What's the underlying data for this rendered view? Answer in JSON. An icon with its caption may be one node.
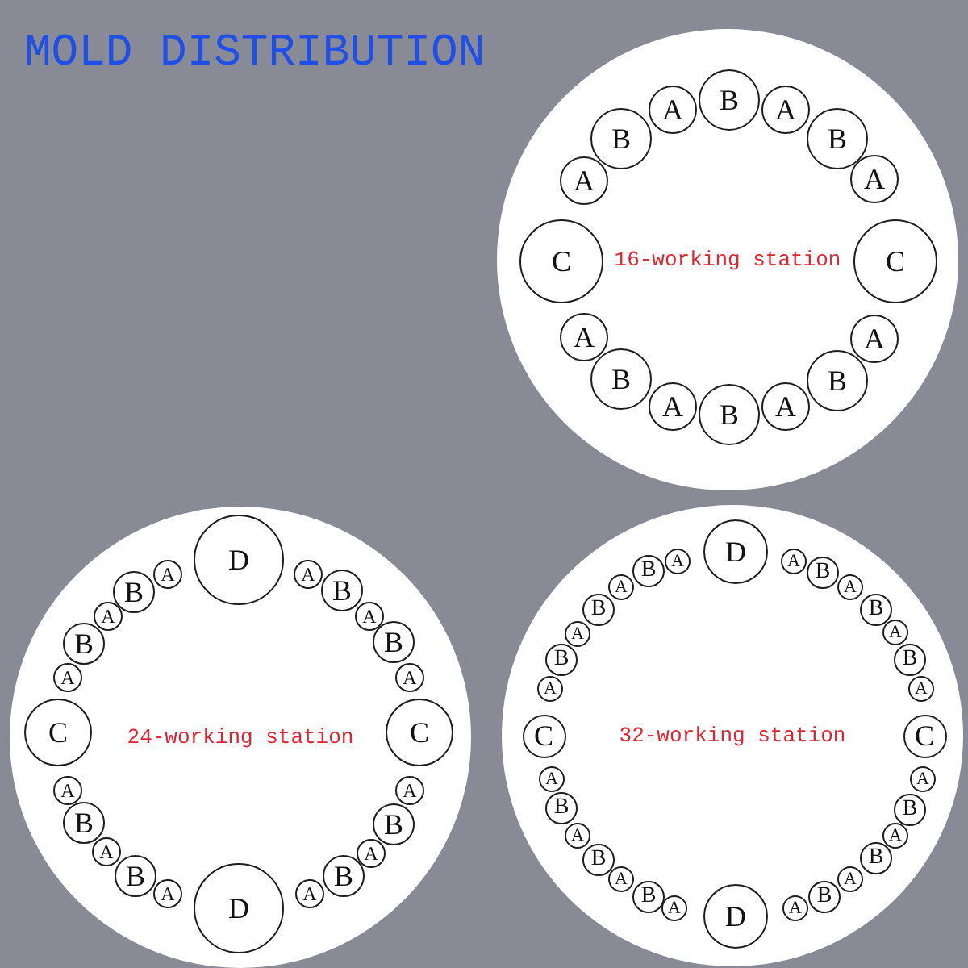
{
  "diagram": {
    "title": "MOLD DISTRIBUTION",
    "nodes": [
      {
        "text": [
          "16-working station"
        ]
      },
      {
        "text": [
          "A"
        ],
        "in": 0
      },
      {
        "text": [
          "B"
        ],
        "in": 0
      },
      {
        "text": [
          "A"
        ],
        "in": 0
      },
      {
        "text": [
          "B"
        ],
        "in": 0
      },
      {
        "text": [
          "A"
        ],
        "in": 0
      },
      {
        "text": [
          "B"
        ],
        "in": 0
      },
      {
        "text": [
          "A"
        ],
        "in": 0
      },
      {
        "text": [
          "C"
        ],
        "in": 0
      },
      {
        "text": [
          "C"
        ],
        "in": 0
      },
      {
        "text": [
          "A"
        ],
        "in": 0
      },
      {
        "text": [
          "B"
        ],
        "in": 0
      },
      {
        "text": [
          "A"
        ],
        "in": 0
      },
      {
        "text": [
          "B"
        ],
        "in": 0
      },
      {
        "text": [
          "A"
        ],
        "in": 0
      },
      {
        "text": [
          "B"
        ],
        "in": 0
      },
      {
        "text": [
          "A"
        ],
        "in": 0
      },
      {
        "text": [
          "24-working station"
        ]
      },
      {
        "text": [
          "A"
        ],
        "in": 17
      },
      {
        "text": [
          "B"
        ],
        "in": 17
      },
      {
        "text": [
          "A"
        ],
        "in": 17
      },
      {
        "text": [
          "B"
        ],
        "in": 17
      },
      {
        "text": [
          "A"
        ],
        "in": 17
      },
      {
        "text": [
          "D"
        ],
        "in": 17
      },
      {
        "text": [
          "A"
        ],
        "in": 17
      },
      {
        "text": [
          "B"
        ],
        "in": 17
      },
      {
        "text": [
          "A"
        ],
        "in": 17
      },
      {
        "text": [
          "B"
        ],
        "in": 17
      },
      {
        "text": [
          "A"
        ],
        "in": 17
      },
      {
        "text": [
          "C"
        ],
        "in": 17
      },
      {
        "text": [
          "C"
        ],
        "in": 17
      },
      {
        "text": [
          "A"
        ],
        "in": 17
      },
      {
        "text": [
          "B"
        ],
        "in": 17
      },
      {
        "text": [
          "A"
        ],
        "in": 17
      },
      {
        "text": [
          "B"
        ],
        "in": 17
      },
      {
        "text": [
          "A"
        ],
        "in": 17
      },
      {
        "text": [
          "D"
        ],
        "in": 17
      },
      {
        "text": [
          "A"
        ],
        "in": 17
      },
      {
        "text": [
          "B"
        ],
        "in": 17
      },
      {
        "text": [
          "A"
        ],
        "in": 17
      },
      {
        "text": [
          "B"
        ],
        "in": 17
      },
      {
        "text": [
          "A"
        ],
        "in": 17
      },
      {
        "text": [
          "32-working station"
        ]
      },
      {
        "text": [
          "A"
        ],
        "in": 42
      },
      {
        "text": [
          "B"
        ],
        "in": 42
      },
      {
        "text": [
          "A"
        ],
        "in": 42
      },
      {
        "text": [
          "B"
        ],
        "in": 42
      },
      {
        "text": [
          "A"
        ],
        "in": 42
      },
      {
        "text": [
          "B"
        ],
        "in": 42
      },
      {
        "text": [
          "A"
        ],
        "in": 42
      },
      {
        "text": [
          "D"
        ],
        "in": 42
      },
      {
        "text": [
          "A"
        ],
        "in": 42
      },
      {
        "text": [
          "B"
        ],
        "in": 42
      },
      {
        "text": [
          "A"
        ],
        "in": 42
      },
      {
        "text": [
          "B"
        ],
        "in": 42
      },
      {
        "text": [
          "A"
        ],
        "in": 42
      },
      {
        "text": [
          "B"
        ],
        "in": 42
      },
      {
        "text": [
          "A"
        ],
        "in": 42
      },
      {
        "text": [
          "C"
        ],
        "in": 42
      },
      {
        "text": [
          "C"
        ],
        "in": 42
      },
      {
        "text": [
          "A"
        ],
        "in": 42
      },
      {
        "text": [
          "B"
        ],
        "in": 42
      },
      {
        "text": [
          "A"
        ],
        "in": 42
      },
      {
        "text": [
          "B"
        ],
        "in": 42
      },
      {
        "text": [
          "A"
        ],
        "in": 42
      },
      {
        "text": [
          "B"
        ],
        "in": 42
      },
      {
        "text": [
          "A"
        ],
        "in": 42
      },
      {
        "text": [
          "D"
        ],
        "in": 42
      },
      {
        "text": [
          "A"
        ],
        "in": 42
      },
      {
        "text": [
          "B"
        ],
        "in": 42
      },
      {
        "text": [
          "A"
        ],
        "in": 42
      },
      {
        "text": [
          "B"
        ],
        "in": 42
      },
      {
        "text": [
          "A"
        ],
        "in": 42
      },
      {
        "text": [
          "B"
        ],
        "in": 42
      },
      {
        "text": [
          "A"
        ],
        "in": 42
      }
    ]
  }
}
